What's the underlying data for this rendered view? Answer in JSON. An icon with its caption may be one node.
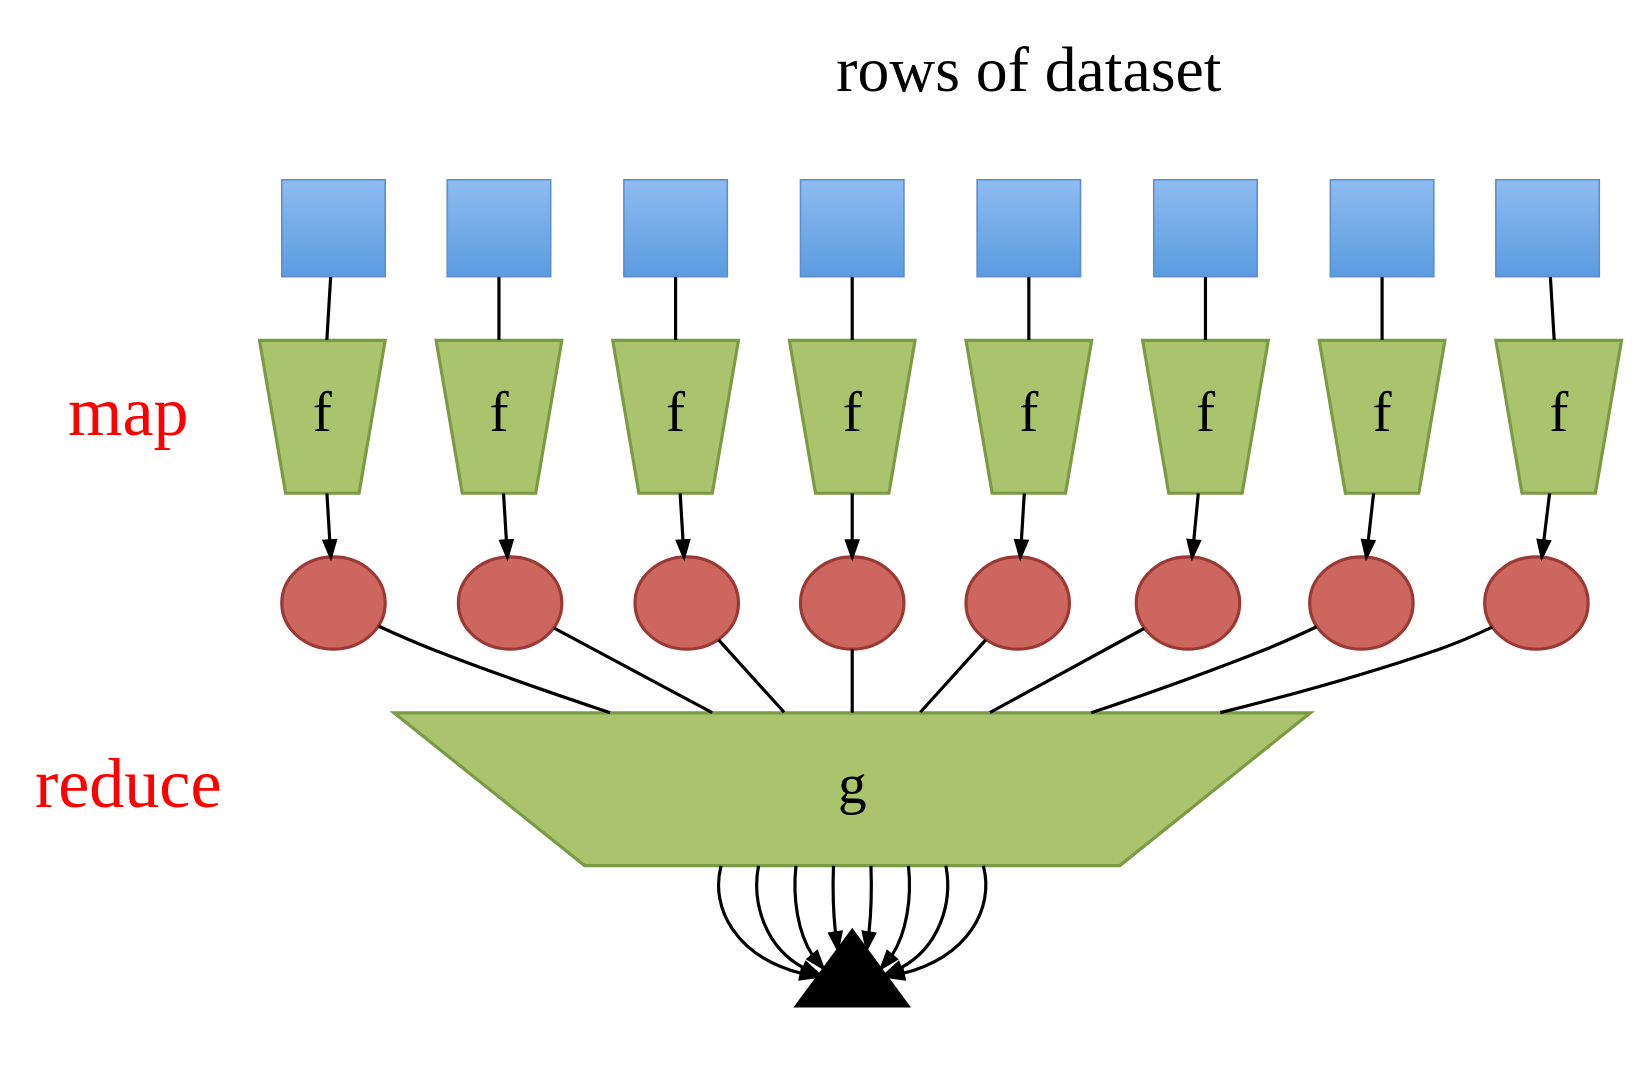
{
  "diagram": {
    "nodes": [
      {
        "text": [],
        "shape": "box"
      },
      {
        "text": [],
        "shape": "box"
      },
      {
        "text": [],
        "shape": "box"
      },
      {
        "text": [],
        "shape": "box"
      },
      {
        "text": [],
        "shape": "box"
      },
      {
        "text": [],
        "shape": "box"
      },
      {
        "text": [],
        "shape": "box"
      },
      {
        "text": [],
        "shape": "box"
      },
      {
        "text": [
          "f"
        ]
      },
      {
        "text": [
          "f"
        ]
      },
      {
        "text": [
          "f"
        ]
      },
      {
        "text": [
          "f"
        ]
      },
      {
        "text": [
          "f"
        ]
      },
      {
        "text": [
          "f"
        ]
      },
      {
        "text": [
          "f"
        ]
      },
      {
        "text": [
          "f"
        ]
      },
      {
        "text": [],
        "shape": "circle"
      },
      {
        "text": [],
        "shape": "circle"
      },
      {
        "text": [],
        "shape": "circle"
      },
      {
        "text": [],
        "shape": "circle"
      },
      {
        "text": [],
        "shape": "circle"
      },
      {
        "text": [],
        "shape": "circle"
      },
      {
        "text": [],
        "shape": "circle"
      },
      {
        "text": [],
        "shape": "circle"
      },
      {
        "text": [
          "g"
        ]
      },
      {
        "text": [],
        "shape": "triangle"
      }
    ],
    "edges": [
      {
        "from": 0,
        "to": 8,
        "arrow": "none"
      },
      {
        "from": 1,
        "to": 9,
        "arrow": "none"
      },
      {
        "from": 2,
        "to": 10,
        "arrow": "none"
      },
      {
        "from": 3,
        "to": 11,
        "arrow": "none"
      },
      {
        "from": 4,
        "to": 12,
        "arrow": "none"
      },
      {
        "from": 5,
        "to": 13,
        "arrow": "none"
      },
      {
        "from": 6,
        "to": 14,
        "arrow": "none"
      },
      {
        "from": 7,
        "to": 15,
        "arrow": "none"
      },
      {
        "from": 8,
        "to": 16,
        "arrow": "to"
      },
      {
        "from": 9,
        "to": 17,
        "arrow": "to"
      },
      {
        "from": 10,
        "to": 18,
        "arrow": "to"
      },
      {
        "from": 11,
        "to": 19,
        "arrow": "to"
      },
      {
        "from": 12,
        "to": 20,
        "arrow": "to"
      },
      {
        "from": 13,
        "to": 21,
        "arrow": "to"
      },
      {
        "from": 14,
        "to": 22,
        "arrow": "to"
      },
      {
        "from": 15,
        "to": 23,
        "arrow": "to"
      },
      {
        "from": 16,
        "to": 24,
        "arrow": "none"
      },
      {
        "from": 17,
        "to": 24,
        "arrow": "none"
      },
      {
        "from": 18,
        "to": 24,
        "arrow": "none"
      },
      {
        "from": 19,
        "to": 24,
        "arrow": "none"
      },
      {
        "from": 20,
        "to": 24,
        "arrow": "none"
      },
      {
        "from": 21,
        "to": 24,
        "arrow": "none"
      },
      {
        "from": 22,
        "to": 24,
        "arrow": "none"
      },
      {
        "from": 23,
        "to": 24,
        "arrow": "none"
      },
      {
        "from": 24,
        "to": 25,
        "arrow": "to"
      },
      {
        "from": 24,
        "to": 25,
        "arrow": "to"
      },
      {
        "from": 24,
        "to": 25,
        "arrow": "to"
      },
      {
        "from": 24,
        "to": 25,
        "arrow": "to"
      },
      {
        "from": 24,
        "to": 25,
        "arrow": "to"
      },
      {
        "from": 24,
        "to": 25,
        "arrow": "to"
      },
      {
        "from": 24,
        "to": 25,
        "arrow": "to"
      },
      {
        "from": 24,
        "to": 25,
        "arrow": "to"
      }
    ],
    "labels": [
      "rows of dataset",
      "map",
      "reduce"
    ]
  }
}
